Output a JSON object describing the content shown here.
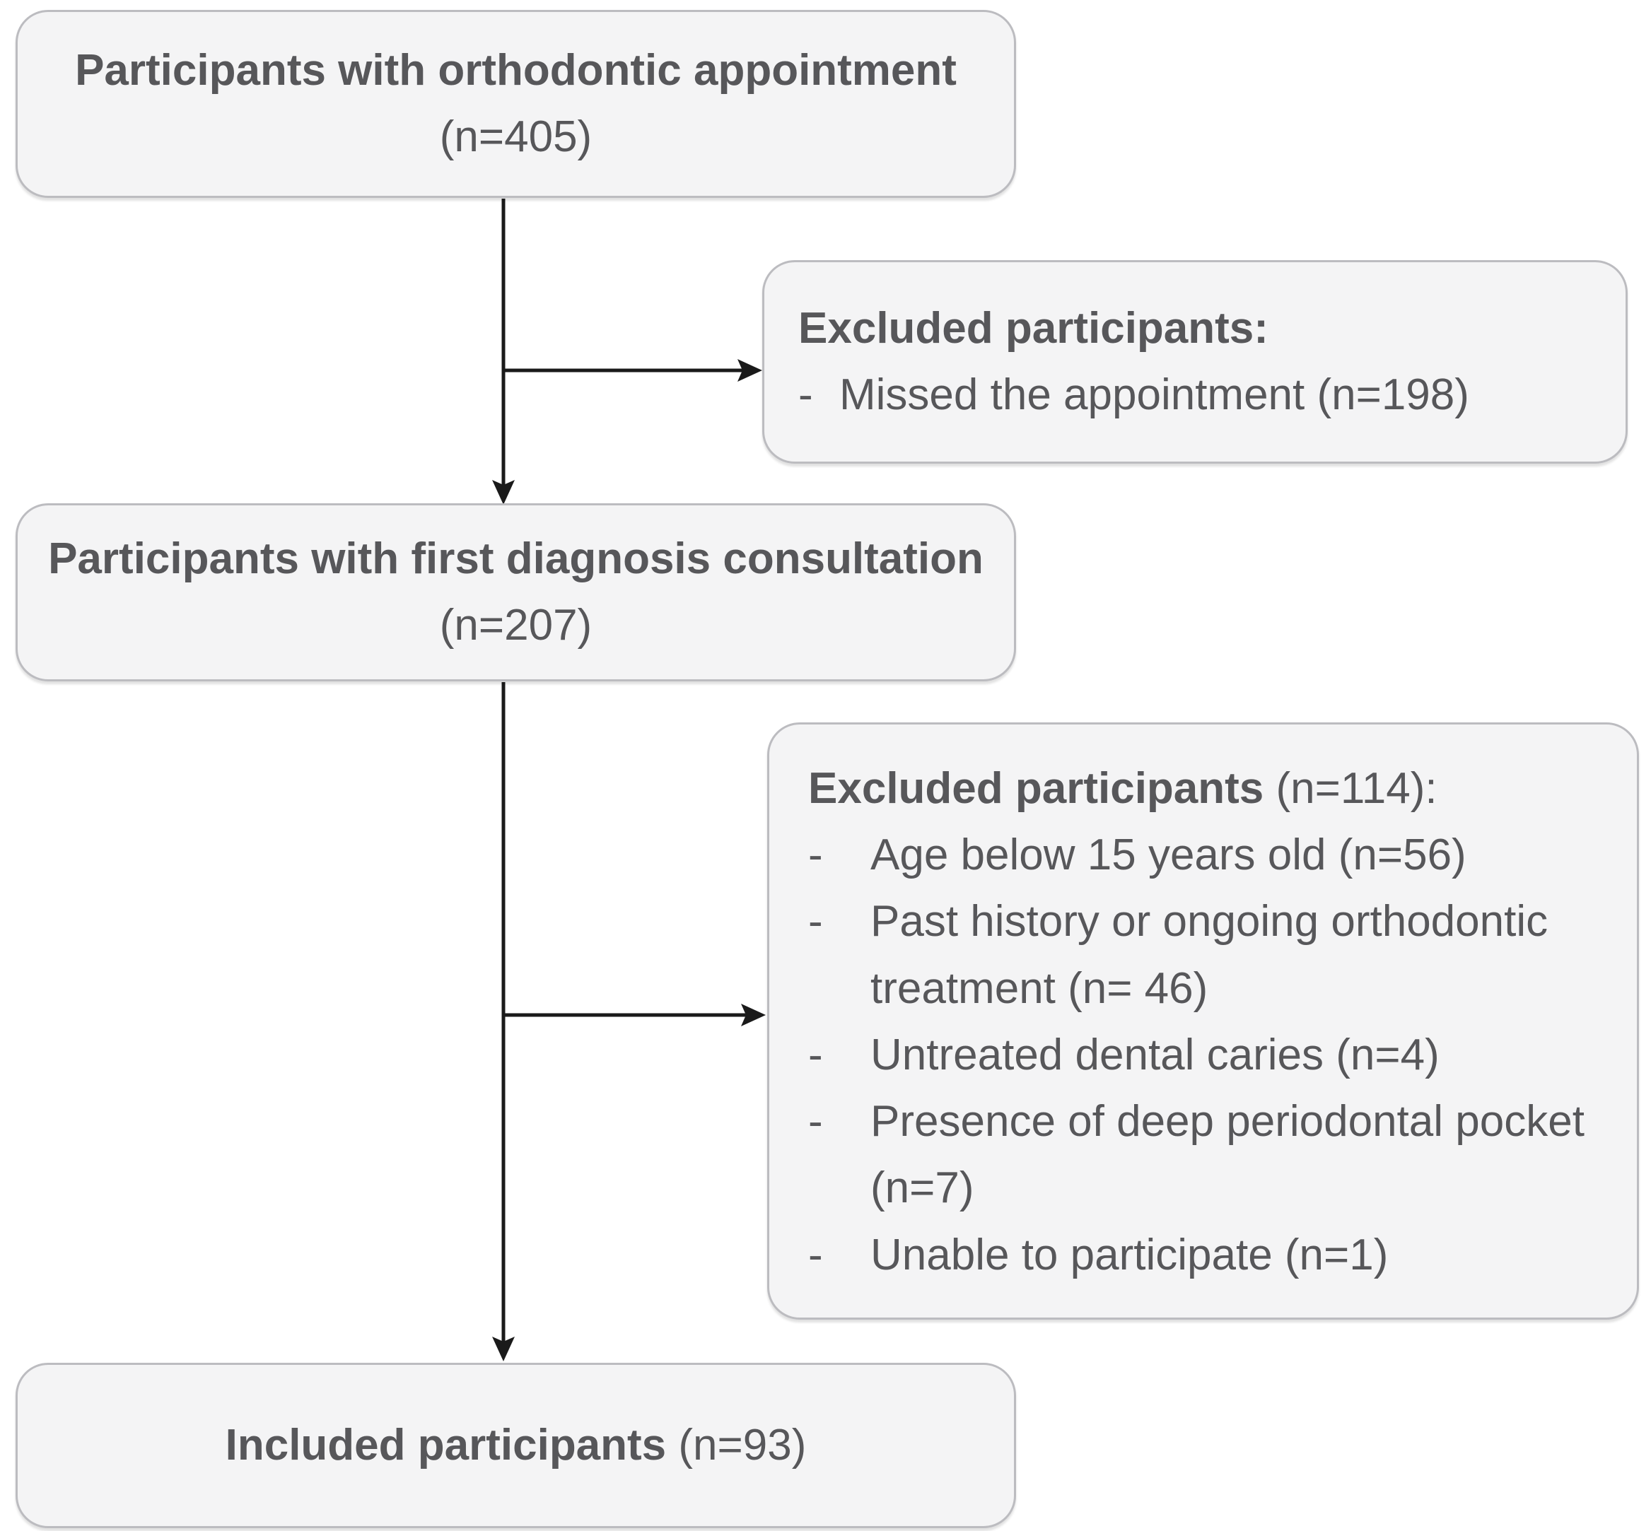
{
  "ui": {
    "bullet": "-"
  },
  "colors": {
    "box_fill": "#f4f4f5",
    "box_border": "#bcbcc0",
    "text": "#57575a",
    "arrow": "#1a1a1a"
  },
  "nodes": {
    "top": {
      "label": "Participants with orthodontic appointment",
      "count": "(n=405)"
    },
    "excl1": {
      "heading": "Excluded participants:",
      "items": [
        "Missed the appointment (n=198)"
      ]
    },
    "mid": {
      "label": "Participants with first diagnosis consultation",
      "count": "(n=207)"
    },
    "excl2": {
      "heading": "Excluded participants",
      "heading_count": "(n=114):",
      "items": [
        "Age below 15 years old (n=56)",
        "Past history or ongoing orthodontic treatment (n= 46)",
        "Untreated dental caries (n=4)",
        "Presence of deep periodontal pocket (n=7)",
        "Unable to participate (n=1)"
      ]
    },
    "bottom": {
      "label": "Included participants",
      "count": "(n=93)"
    }
  }
}
